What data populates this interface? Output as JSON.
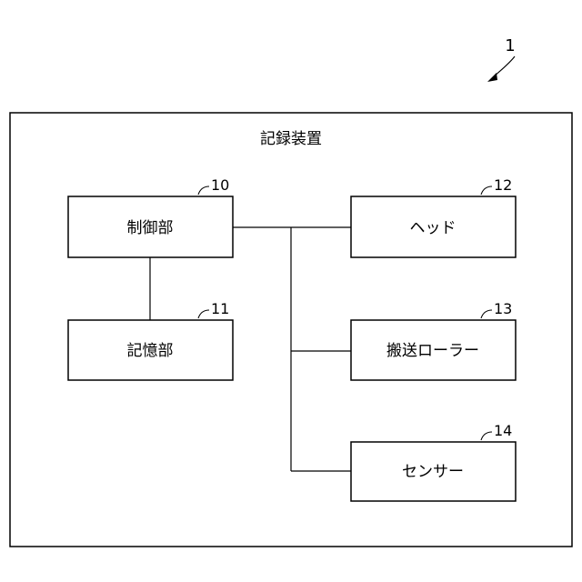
{
  "figure_ref": "1",
  "container": {
    "title": "記録装置"
  },
  "blocks": [
    {
      "id": "controller",
      "ref": "10",
      "label": "制御部"
    },
    {
      "id": "storage",
      "ref": "11",
      "label": "記憶部"
    },
    {
      "id": "head",
      "ref": "12",
      "label": "ヘッド"
    },
    {
      "id": "roller",
      "ref": "13",
      "label": "搬送ローラー"
    },
    {
      "id": "sensor",
      "ref": "14",
      "label": "センサー"
    }
  ]
}
